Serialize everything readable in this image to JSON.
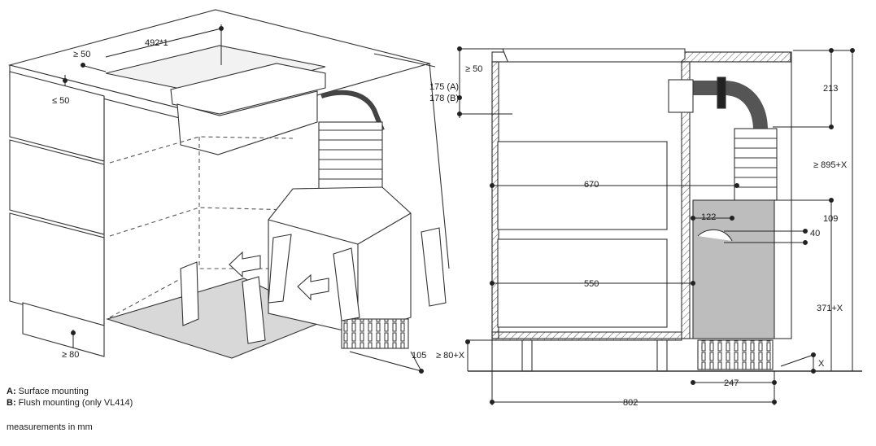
{
  "left_view": {
    "dims": {
      "width_cutout": "492*1",
      "top_clearance": "≥ 50",
      "front_edge": "≤ 50",
      "bottom_gap": "≥ 80",
      "plinth": "105"
    }
  },
  "right_view": {
    "dims": {
      "top_gap": "≥ 50",
      "depth_a": "175 (A)",
      "depth_b": "178 (B)",
      "pipe_height": "213",
      "total_height": "≥ 895+X",
      "drawer_upper": "670",
      "drawer_lower": "550",
      "offset_122": "122",
      "offset_109": "109",
      "offset_40": "40",
      "lower_height": "371+X",
      "floor_gap": "≥ 80+X",
      "x_label": "X",
      "module_width": "247",
      "cabinet_width": "802"
    }
  },
  "legend": {
    "a_key": "A:",
    "a_text": "Surface mounting",
    "b_key": "B:",
    "b_text": "Flush mounting (only VL414)",
    "units": "measurements in mm"
  }
}
